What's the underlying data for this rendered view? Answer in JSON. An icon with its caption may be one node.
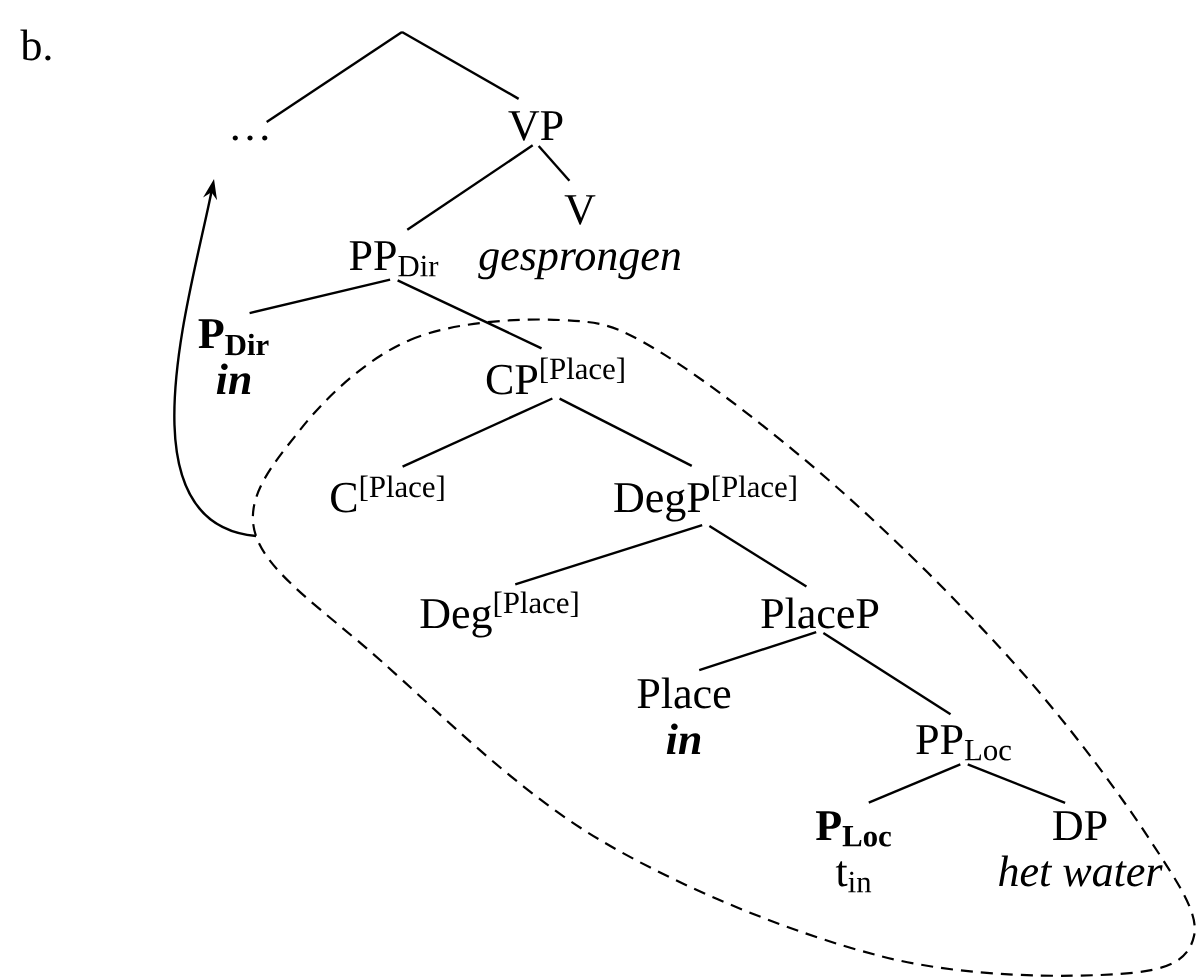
{
  "diagram": {
    "nodes": [
      {
        "text": [
          "…"
        ]
      },
      {
        "text": [
          "VP"
        ]
      },
      {
        "text": [
          "PP$_{Dir}$"
        ]
      },
      {
        "text": [
          "V",
          "gesprongen"
        ]
      },
      {
        "text": [
          "P$_{Dir}$",
          "in"
        ]
      },
      {
        "text": [],
        "shape": "oval"
      },
      {
        "text": [
          "CP$^{[Place]}$"
        ],
        "in": 5
      },
      {
        "text": [
          "C$^{[Place]}$"
        ],
        "in": 5
      },
      {
        "text": [
          "DegP$^{[Place]}$"
        ],
        "in": 5
      },
      {
        "text": [
          "Deg$^{[Place]}$"
        ],
        "in": 5
      },
      {
        "text": [
          "PlaceP"
        ],
        "in": 5
      },
      {
        "text": [
          "Place",
          "in"
        ],
        "in": 5
      },
      {
        "text": [
          "PP$_{Loc}$"
        ],
        "in": 5
      },
      {
        "text": [
          "P$_{Loc}$",
          "t$_{in}$"
        ],
        "in": 5
      },
      {
        "text": [
          "DP",
          "het water"
        ],
        "in": 5
      }
    ],
    "edges": [
      {
        "from": null,
        "to": 0,
        "arrow": "none"
      },
      {
        "from": null,
        "to": 1,
        "arrow": "none"
      },
      {
        "from": 1,
        "to": 2,
        "arrow": "none"
      },
      {
        "from": 1,
        "to": 3,
        "arrow": "none"
      },
      {
        "from": 2,
        "to": 4,
        "arrow": "none"
      },
      {
        "from": 2,
        "to": 6,
        "arrow": "none"
      },
      {
        "from": 6,
        "to": 7,
        "arrow": "none"
      },
      {
        "from": 6,
        "to": 8,
        "arrow": "none"
      },
      {
        "from": 8,
        "to": 9,
        "arrow": "none"
      },
      {
        "from": 8,
        "to": 10,
        "arrow": "none"
      },
      {
        "from": 10,
        "to": 11,
        "arrow": "none"
      },
      {
        "from": 10,
        "to": 12,
        "arrow": "none"
      },
      {
        "from": 12,
        "to": 13,
        "arrow": "none"
      },
      {
        "from": 12,
        "to": 14,
        "arrow": "none"
      },
      {
        "from": 5,
        "to": 0,
        "arrow": "to"
      }
    ],
    "labels": [
      "b."
    ]
  }
}
